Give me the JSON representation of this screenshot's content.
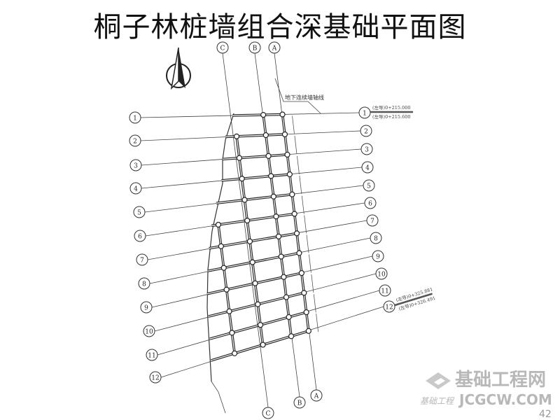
{
  "title": "桐子林桩墙组合深基础平面图",
  "row_axes": [
    "1",
    "2",
    "3",
    "4",
    "5",
    "6",
    "7",
    "8",
    "9",
    "10",
    "11",
    "12"
  ],
  "column_axes": [
    "C",
    "B",
    "A"
  ],
  "annotations": {
    "wall_axis": "地下连续墙轴线",
    "start_chainage_1": "(左导)0+215.000",
    "start_chainage_2": "(左导)0+215.600",
    "end_chainage_1": "(左导)0+325.881",
    "end_chainage_2": "(左导)0+326.491"
  },
  "watermark": {
    "site_name_cn": "基础工程网",
    "site_domain": "JCGCW.COM",
    "script_text": "基础工程",
    "page_number": "42"
  },
  "colors": {
    "line": "#333333",
    "watermark": "#b8b8b8"
  }
}
